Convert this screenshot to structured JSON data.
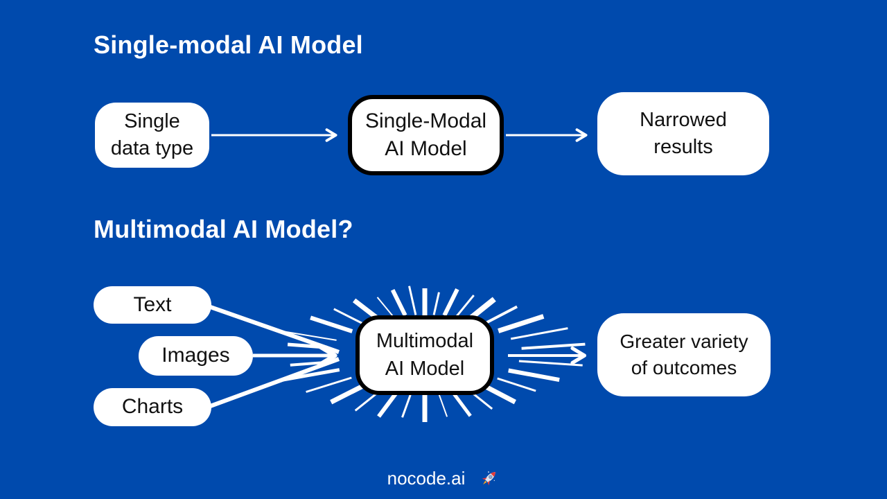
{
  "slide": {
    "sections": [
      {
        "heading": "Single-modal AI Model",
        "nodes": [
          {
            "label": "Single\ndata type"
          },
          {
            "label": "Single-Modal\nAI Model"
          },
          {
            "label": "Narrowed\nresults"
          }
        ]
      },
      {
        "heading": "Multimodal AI Model?",
        "input_nodes": [
          {
            "label": "Text"
          },
          {
            "label": "Images"
          },
          {
            "label": "Charts"
          }
        ],
        "model_node": {
          "label": "Multimodal\nAI Model"
        },
        "outcome_node": {
          "label": "Greater variety\nof outcomes"
        }
      }
    ],
    "footer": {
      "brand": "nocode.ai",
      "icon": "rocket-emoji"
    }
  },
  "colors": {
    "background": "#004AAD",
    "node_fill": "#FFFFFF",
    "node_text": "#111111",
    "node_border": "#000000",
    "connector": "#FFFFFF",
    "heading_text": "#FFFFFF"
  }
}
